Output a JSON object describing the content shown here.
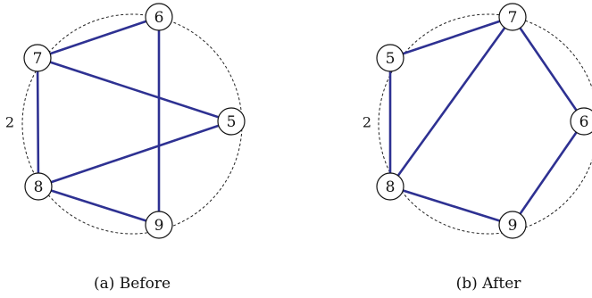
{
  "panels": [
    {
      "caption": "(a) Before",
      "side_mark": "2",
      "nodes": [
        {
          "id": "6",
          "label": "6"
        },
        {
          "id": "7",
          "label": "7"
        },
        {
          "id": "5",
          "label": "5"
        },
        {
          "id": "8",
          "label": "8"
        },
        {
          "id": "9",
          "label": "9"
        }
      ],
      "edges": [
        [
          "7",
          "6"
        ],
        [
          "7",
          "5"
        ],
        [
          "7",
          "8"
        ],
        [
          "6",
          "9"
        ],
        [
          "8",
          "5"
        ],
        [
          "8",
          "9"
        ]
      ]
    },
    {
      "caption": "(b) After",
      "side_mark": "2",
      "nodes": [
        {
          "id": "7",
          "label": "7"
        },
        {
          "id": "5",
          "label": "5"
        },
        {
          "id": "6",
          "label": "6"
        },
        {
          "id": "8",
          "label": "8"
        },
        {
          "id": "9",
          "label": "9"
        }
      ],
      "edges": [
        [
          "5",
          "7"
        ],
        [
          "5",
          "8"
        ],
        [
          "7",
          "8"
        ],
        [
          "7",
          "6"
        ],
        [
          "6",
          "9"
        ],
        [
          "8",
          "9"
        ]
      ]
    }
  ],
  "colors": {
    "edge": "#2e3192",
    "ring": "#222222",
    "node_stroke": "#111111"
  }
}
